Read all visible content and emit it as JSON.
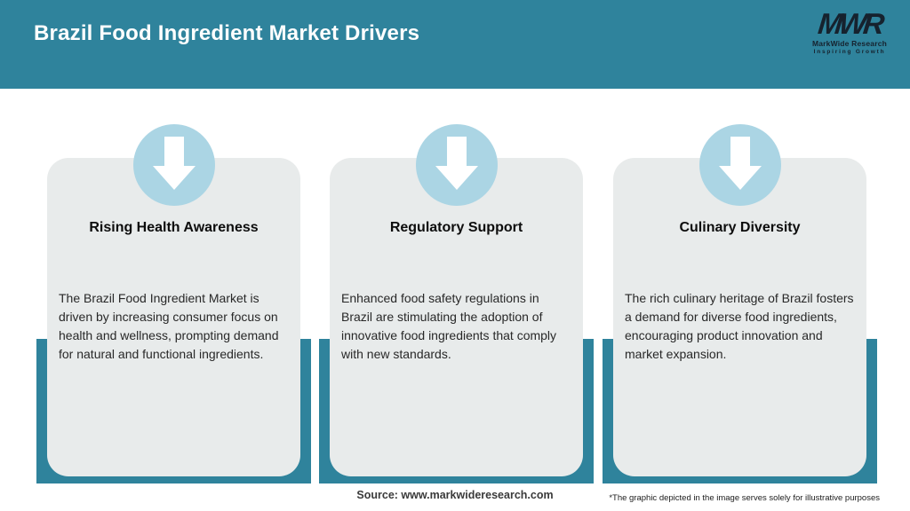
{
  "header": {
    "title": "Brazil Food Ingredient Market Drivers",
    "logo": {
      "monogram": "MWR",
      "name": "MarkWide Research",
      "tagline": "Inspiring Growth"
    }
  },
  "cards": [
    {
      "icon": "down-arrow-icon",
      "title": "Rising Health Awareness",
      "body": "The Brazil Food Ingredient Market is driven by increasing consumer focus on health and wellness, prompting demand for natural and functional ingredients."
    },
    {
      "icon": "down-arrow-icon",
      "title": "Regulatory Support",
      "body": "Enhanced food safety regulations in Brazil are stimulating the adoption of innovative food ingredients that comply with new standards."
    },
    {
      "icon": "down-arrow-icon",
      "title": "Culinary Diversity",
      "body": "The rich culinary heritage of Brazil fosters a demand for diverse food ingredients, encouraging product innovation and market expansion."
    }
  ],
  "footer": {
    "source": "Source: www.markwideresearch.com",
    "disclaimer": "*The graphic depicted in the image serves solely for illustrative purposes"
  },
  "colors": {
    "teal": "#2F839C",
    "circle_blue": "#ABD5E4",
    "card_bg": "#E8EBEB",
    "logo_navy": "#16222E"
  }
}
